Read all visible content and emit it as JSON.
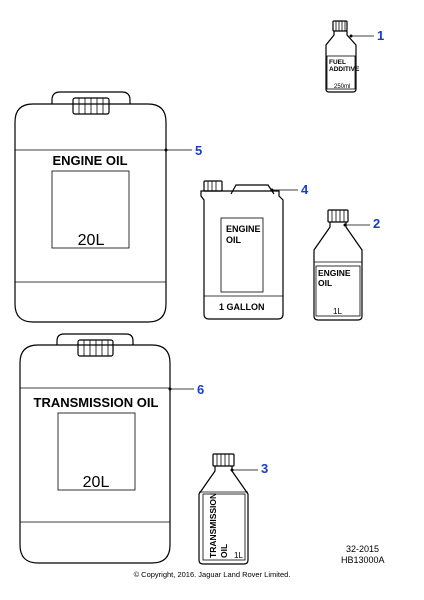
{
  "callouts": {
    "c1": "1",
    "c2": "2",
    "c3": "3",
    "c4": "4",
    "c5": "5",
    "c6": "6"
  },
  "bottles": {
    "fuel_additive": {
      "line1": "FUEL",
      "line2": "ADDITIVE",
      "volume": "250ml"
    },
    "engine_oil_1l": {
      "line1": "ENGINE",
      "line2": "OIL",
      "volume": "1L"
    },
    "transmission_oil_1l": {
      "line1": "TRANSMISSION",
      "line2": "OIL",
      "volume": "1L"
    },
    "engine_oil_gallon": {
      "line1": "ENGINE",
      "line2": "OIL",
      "volume": "1 GALLON"
    },
    "engine_oil_20l": {
      "title": "ENGINE OIL",
      "volume": "20L"
    },
    "transmission_oil_20l": {
      "title": "TRANSMISSION OIL",
      "volume": "20L"
    }
  },
  "footer": {
    "ref_date": "32-2015",
    "ref_code": "HB13000A",
    "copyright": "© Copyright, 2016. Jaguar Land Rover Limited."
  },
  "colors": {
    "callout": "#1a3ccc",
    "line": "#000000"
  }
}
